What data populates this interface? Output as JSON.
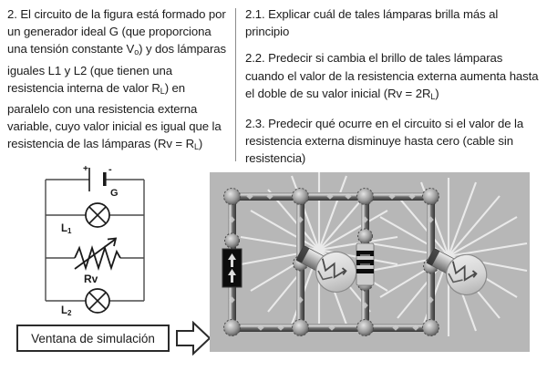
{
  "document": {
    "title": "Problema 2 - Circuito con generador ideal y dos lamparas",
    "language": "es"
  },
  "left_column": {
    "paragraphs": [
      {
        "id": "statement",
        "segments": [
          {
            "text": "2. El circuito de la figura está formado por un generador ideal G (que proporciona una tensión constante V"
          },
          {
            "sub": "o"
          },
          {
            "text": ") y dos lámparas iguales L1 y L2 (que tienen una resistencia interna de valor R"
          },
          {
            "sub": "L"
          },
          {
            "text": ") en paralelo con una resistencia externa variable, cuyo valor inicial es igual que la resistencia de las lámparas (Rv = R"
          },
          {
            "sub": "L"
          },
          {
            "text": ")"
          }
        ]
      }
    ]
  },
  "right_column": {
    "paragraphs": [
      {
        "id": "q-2-1",
        "number": "2.1.",
        "segments": [
          {
            "text": "2.1. Explicar cuál de tales lámparas brilla más al principio"
          }
        ]
      },
      {
        "id": "q-2-2",
        "number": "2.2.",
        "segments": [
          {
            "text": "2.2. Predecir si cambia el brillo de tales lámparas cuando el valor de la resistencia externa aumenta hasta el doble de su valor inicial (Rv = 2R"
          },
          {
            "sub": "L"
          },
          {
            "text": ")"
          }
        ]
      },
      {
        "id": "q-2-3",
        "number": "2.3.",
        "segments": [
          {
            "text": "2.3. Predecir qué ocurre en el circuito si el valor de la resistencia externa disminuye hasta cero (cable sin resistencia)"
          }
        ]
      }
    ]
  },
  "schematic": {
    "name": "circuit-schematic",
    "labels": {
      "battery_positive": "+",
      "battery_negative": "-",
      "generator": "G",
      "lamp_1": "L",
      "lamp_1_sub": "1",
      "variable_resistor": "Rv",
      "lamp_2": "L",
      "lamp_2_sub": "2"
    },
    "line_color": "#404040",
    "symbol_color": "#1a1a1a"
  },
  "simulation_link": {
    "label": "Ventana de simulación",
    "arrow": "arrow-right"
  },
  "simulation_panel": {
    "name": "simulation-window-screenshot",
    "background_color": "#b7b7b7",
    "wire_color": "#5d5d5d",
    "glow_color": "#efefef",
    "components": [
      {
        "type": "battery",
        "label": "",
        "position": "left-branch"
      },
      {
        "type": "lamp",
        "label": "",
        "position": "middle-left-branch",
        "state": "lit"
      },
      {
        "type": "resistor",
        "label": "",
        "position": "middle-right-branch"
      },
      {
        "type": "lamp",
        "label": "",
        "position": "right-branch",
        "state": "lit"
      }
    ]
  }
}
